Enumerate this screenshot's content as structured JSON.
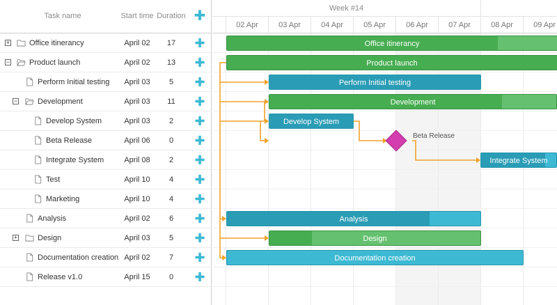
{
  "grid": {
    "header": {
      "name": "Task name",
      "start": "Start time",
      "duration": "Duration",
      "add": "✚"
    },
    "rows": [
      {
        "name": "Office itinerancy",
        "start": "April 02",
        "duration": "17",
        "type": "project",
        "level": 0,
        "toggle": "+",
        "icon": "folder-closed-icon"
      },
      {
        "name": "Product launch",
        "start": "April 02",
        "duration": "13",
        "type": "project",
        "level": 0,
        "toggle": "−",
        "icon": "folder-open-icon"
      },
      {
        "name": "Perform Initial testing",
        "start": "April 03",
        "duration": "5",
        "type": "task",
        "level": 1,
        "toggle": "",
        "icon": "file-icon"
      },
      {
        "name": "Development",
        "start": "April 03",
        "duration": "11",
        "type": "project",
        "level": 1,
        "toggle": "−",
        "icon": "folder-open-icon"
      },
      {
        "name": "Develop System",
        "start": "April 03",
        "duration": "2",
        "type": "task",
        "level": 2,
        "toggle": "",
        "icon": "file-icon"
      },
      {
        "name": "Beta Release",
        "start": "April 06",
        "duration": "0",
        "type": "milestone",
        "level": 2,
        "toggle": "",
        "icon": "file-icon"
      },
      {
        "name": "Integrate System",
        "start": "April 08",
        "duration": "2",
        "type": "task",
        "level": 2,
        "toggle": "",
        "icon": "file-icon"
      },
      {
        "name": "Test",
        "start": "April 10",
        "duration": "4",
        "type": "task",
        "level": 2,
        "toggle": "",
        "icon": "file-icon"
      },
      {
        "name": "Marketing",
        "start": "April 10",
        "duration": "4",
        "type": "task",
        "level": 2,
        "toggle": "",
        "icon": "file-icon"
      },
      {
        "name": "Analysis",
        "start": "April 02",
        "duration": "6",
        "type": "task",
        "level": 1,
        "toggle": "",
        "icon": "file-icon"
      },
      {
        "name": "Design",
        "start": "April 03",
        "duration": "5",
        "type": "project",
        "level": 1,
        "toggle": "+",
        "icon": "folder-closed-icon"
      },
      {
        "name": "Documentation creation",
        "start": "April 02",
        "duration": "7",
        "type": "task",
        "level": 1,
        "toggle": "",
        "icon": "file-icon"
      },
      {
        "name": "Release v1.0",
        "start": "April 15",
        "duration": "0",
        "type": "task",
        "level": 1,
        "toggle": "",
        "icon": "file-icon"
      }
    ]
  },
  "timeline": {
    "week_label": "Week #14",
    "days": [
      "02 Apr",
      "03 Apr",
      "04 Apr",
      "05 Apr",
      "06 Apr",
      "07 Apr",
      "08 Apr",
      "09 Apr"
    ],
    "weekend_days": [
      "06 Apr",
      "07 Apr"
    ],
    "milestone_label": "Beta Release",
    "bars": [
      {
        "label": "Office itinerancy",
        "row": 0,
        "style": "project",
        "progress": 0.82
      },
      {
        "label": "Product launch",
        "row": 1,
        "style": "project",
        "progress": 1.0
      },
      {
        "label": "Perform Initial testing",
        "row": 2,
        "style": "task",
        "progress": 1.0
      },
      {
        "label": "Development",
        "row": 3,
        "style": "project",
        "progress": 0.81
      },
      {
        "label": "Develop System",
        "row": 4,
        "style": "task",
        "progress": 1.0
      },
      {
        "label": "Integrate System",
        "row": 6,
        "style": "task",
        "progress": 0.85
      },
      {
        "label": "Analysis",
        "row": 9,
        "style": "task",
        "progress": 0.8
      },
      {
        "label": "Design",
        "row": 10,
        "style": "green",
        "progress": 0.2
      },
      {
        "label": "Documentation creation",
        "row": 11,
        "style": "task",
        "progress": 0.0
      }
    ]
  },
  "colors": {
    "add_accent": "#3db9d3",
    "project_bar": "#65c16f",
    "task_bar": "#3db9d3",
    "milestone": "#d33daf",
    "link": "#f0a22c"
  }
}
